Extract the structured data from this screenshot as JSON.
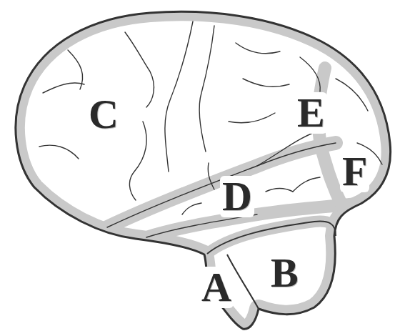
{
  "diagram": {
    "labels": [
      "C",
      "E",
      "D",
      "F",
      "A",
      "B"
    ]
  }
}
